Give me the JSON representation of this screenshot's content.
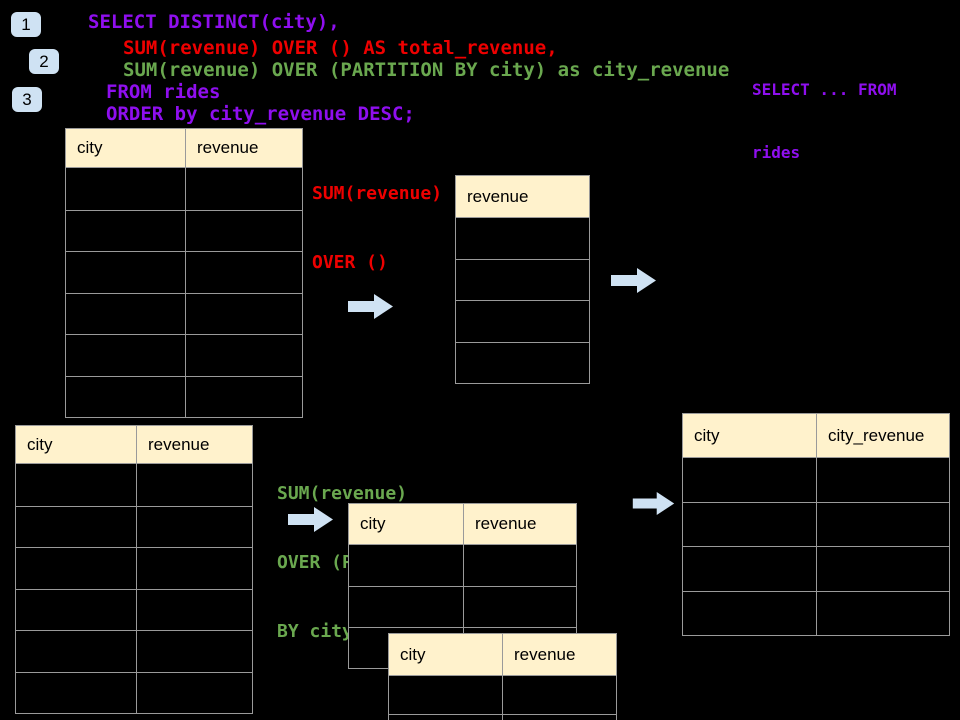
{
  "badges": [
    {
      "label": "1"
    },
    {
      "label": "2"
    },
    {
      "label": "3"
    }
  ],
  "sql": {
    "lines": [
      {
        "text": "SELECT DISTINCT(city),",
        "color": "#8f0fef"
      },
      {
        "text": "SUM(revenue) OVER () AS total_revenue,",
        "color": "#ee0000"
      },
      {
        "text": "SUM(revenue) OVER (PARTITION BY city) as city_revenue",
        "color": "#6aa84f"
      },
      {
        "text": "FROM rides",
        "color": "#8f0fef"
      },
      {
        "text": "ORDER by city_revenue DESC;",
        "color": "#8f0fef"
      }
    ]
  },
  "annotations": {
    "from_rides": {
      "lines": [
        "SELECT ... FROM",
        "rides"
      ],
      "color": "#8f0fef"
    },
    "total": {
      "lines": [
        "SUM(revenue)",
        "OVER ()"
      ],
      "color": "#ee0000"
    },
    "partition": {
      "lines": [
        "SUM(revenue)",
        "OVER (PARTITION",
        "BY city)"
      ],
      "color": "#6aa84f"
    }
  },
  "tables": {
    "source_top": {
      "headers": [
        "city",
        "revenue"
      ],
      "rows": 6
    },
    "total_result": {
      "headers": [
        "revenue"
      ],
      "rows": 4
    },
    "source_bottom": {
      "headers": [
        "city",
        "revenue"
      ],
      "rows": 6
    },
    "partition_mid": {
      "headers": [
        "city",
        "revenue"
      ],
      "rows": 3
    },
    "partition_front": {
      "headers": [
        "city",
        "revenue"
      ],
      "rows": 2
    },
    "city_revenue_result": {
      "headers": [
        "city",
        "city_revenue"
      ],
      "rows": 4
    }
  },
  "colors": {
    "background": "#000000",
    "purple": "#8f0fef",
    "red": "#ee0000",
    "green": "#6aa84f",
    "badge_blue": "#cfe2f3",
    "arrow_blue": "#cfe2f3",
    "table_header": "#fff2cc",
    "table_border": "#9a9a9a"
  }
}
